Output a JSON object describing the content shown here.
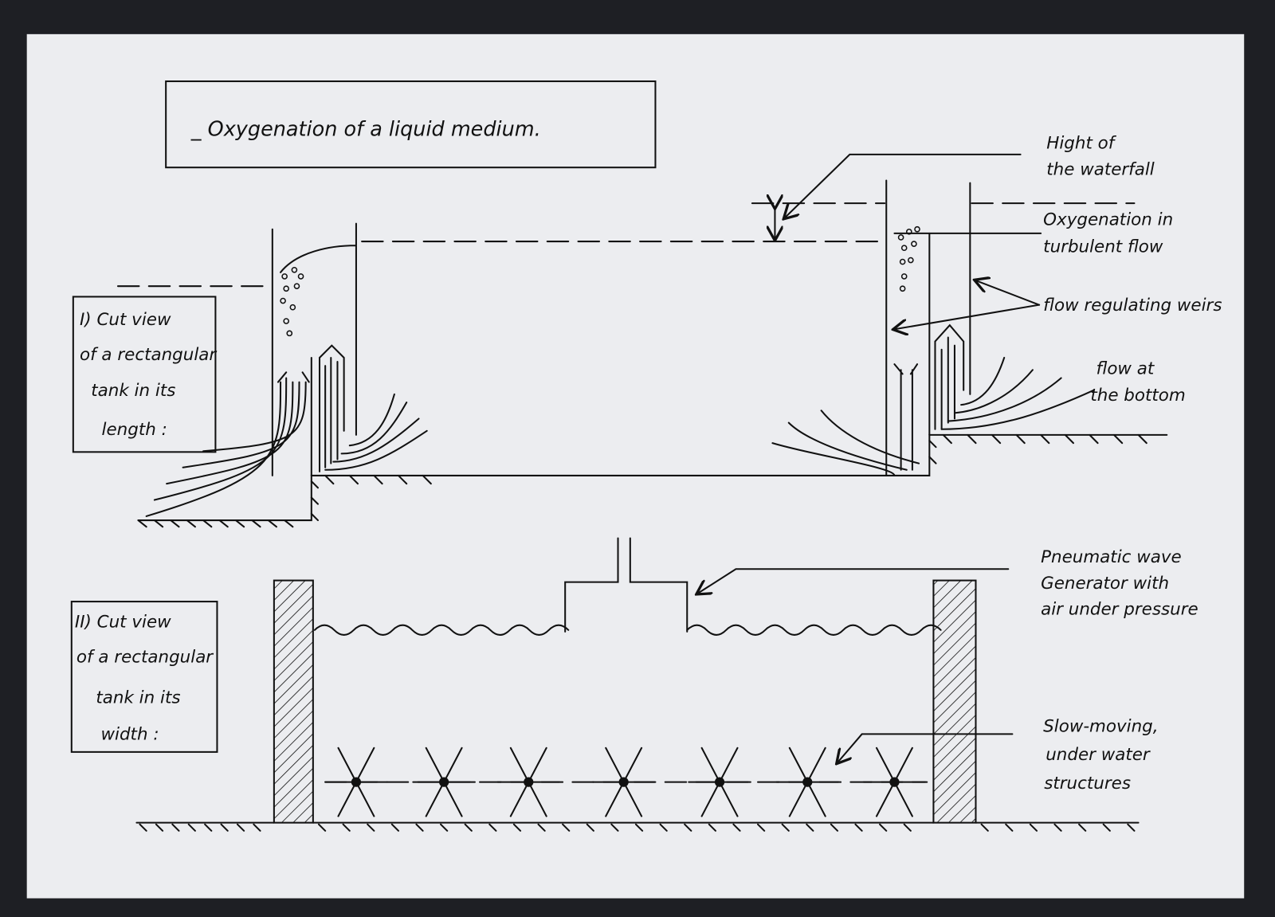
{
  "title": "_ Oxygenation of a liquid medium.",
  "section1": {
    "label_lines": [
      "I) Cut view",
      "of a rectangular",
      "tank in its",
      "length :"
    ],
    "annotations": {
      "waterfall_height": [
        "Hight of",
        "the waterfall"
      ],
      "oxygenation": [
        "Oxygenation in",
        "turbulent flow"
      ],
      "weirs": "flow regulating weirs",
      "bottom_flow": [
        "flow at",
        "the bottom"
      ]
    }
  },
  "section2": {
    "label_lines": [
      "II) Cut view",
      "of a rectangular",
      "tank in its",
      "width :"
    ],
    "annotations": {
      "generator": [
        "Pneumatic wave",
        "Generator with",
        "air under pressure"
      ],
      "structures": [
        "Slow-moving,",
        "under water",
        "structures"
      ]
    }
  },
  "colors": {
    "paper": "#ecedf0",
    "ink": "#111111",
    "background": "#1e1f24"
  }
}
